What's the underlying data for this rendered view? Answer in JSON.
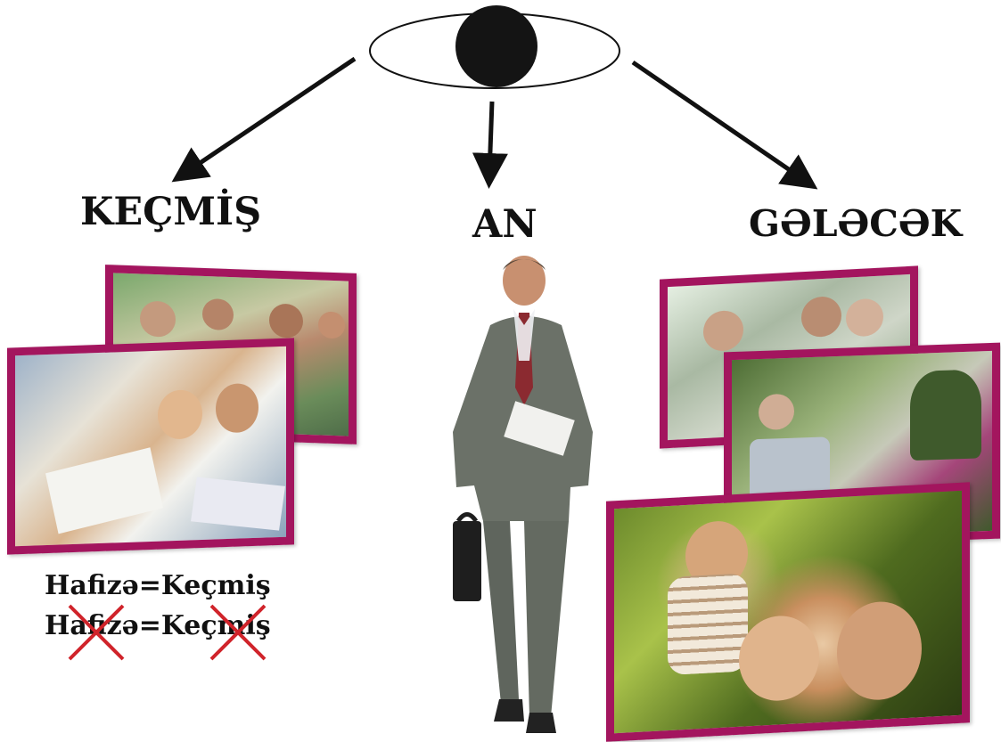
{
  "labels": {
    "past": "KEÇMİŞ",
    "present": "AN",
    "future": "GƏLƏCƏK"
  },
  "memory": {
    "line1": "Hafizə=Keçmiş",
    "line2": "Hafizə=Keçmiş"
  },
  "colors": {
    "frame": "#a3155e",
    "cross": "#d0232a",
    "arrow": "#111111"
  }
}
